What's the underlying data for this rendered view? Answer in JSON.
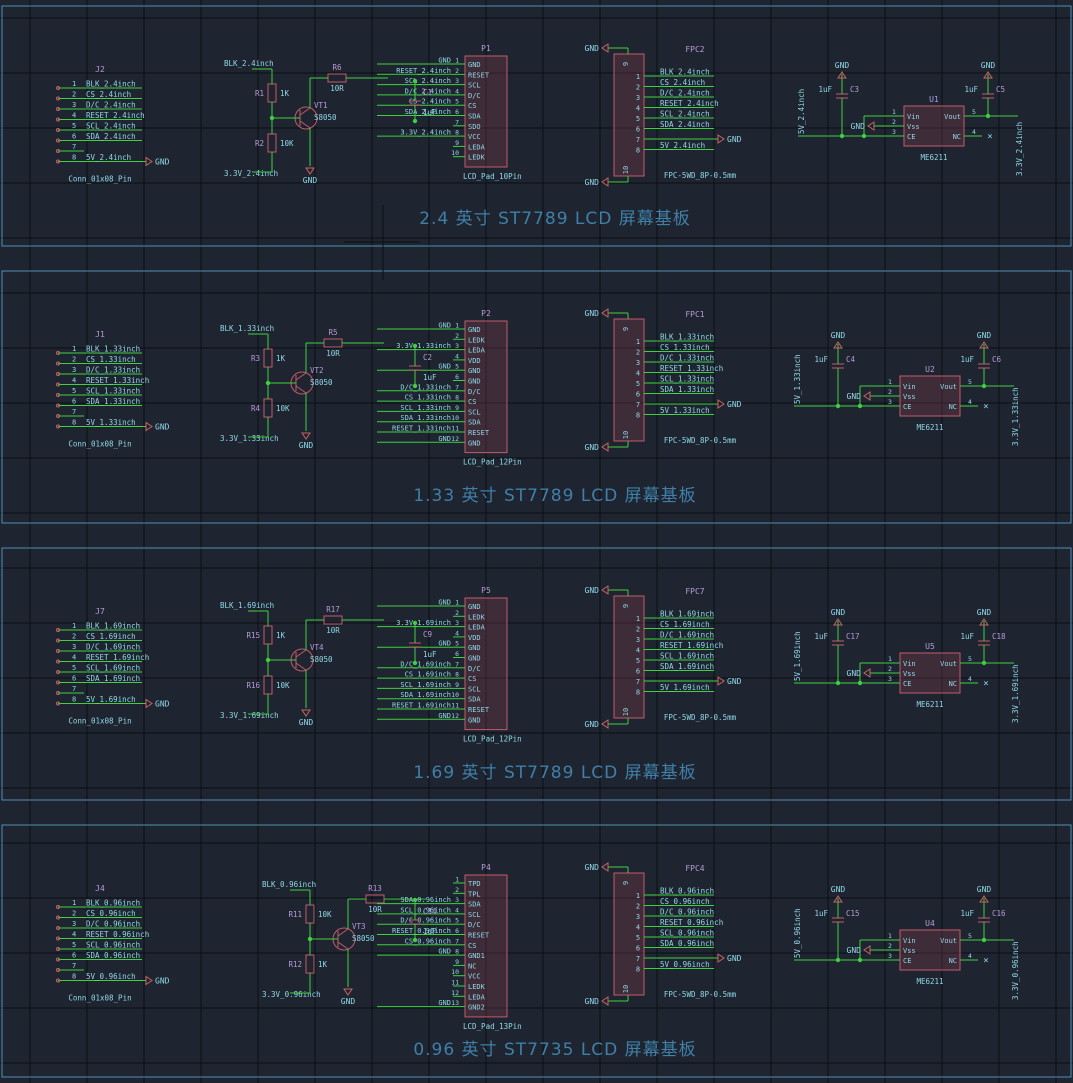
{
  "colors": {
    "background": "#1f2530",
    "grid": "#0b0d12",
    "frame": "#4f8fb5",
    "wire": "#3fcf3f",
    "component_body": "#7a3a4a",
    "component_outline": "#c05a6a",
    "pin_label": "#8fd8e8",
    "ref_label": "#b89ad8",
    "power": "#c86464",
    "title": "#3f7fa8"
  },
  "panels": [
    {
      "title": "2.4 英寸 ST7789 LCD 屏幕基板",
      "conn": {
        "ref": "J2",
        "value": "Conn_01x08_Pin",
        "pins": [
          "1",
          "2",
          "3",
          "4",
          "5",
          "6",
          "7",
          "8"
        ],
        "nets": [
          "BLK_2.4inch",
          "CS_2.4inch",
          "D/C_2.4inch",
          "RESET_2.4inch",
          "SCL_2.4inch",
          "SDA_2.4inch",
          "",
          "5V_2.4inch"
        ],
        "gnd": "GND"
      },
      "bl": {
        "blk": "BLK_2.4inch",
        "r1_ref": "R1",
        "r1_val": "1K",
        "r2_ref": "R2",
        "r2_val": "10K",
        "vt_ref": "VT1",
        "vt_val": "S8050",
        "v33": "3.3V_2.4inch",
        "gnd": "GND",
        "r3_ref": "R6",
        "r3_val": "10R"
      },
      "lcd": {
        "ref": "P1",
        "value": "LCD_Pad_10Pin",
        "pins": [
          "1",
          "2",
          "3",
          "4",
          "5",
          "6",
          "7",
          "8",
          "9",
          "10"
        ],
        "names": [
          "GND",
          "RESET",
          "SCL",
          "D/C",
          "CS",
          "SDA",
          "SDO",
          "VCC",
          "LEDA",
          "LEDK"
        ],
        "nets": [
          "GND",
          "RESET_2.4inch",
          "SCL_2.4inch",
          "D/C_2.4inch",
          "CS_2.4inch",
          "SDA_2.4inch",
          "",
          "3.3V_2.4inch",
          "",
          ""
        ],
        "cap_ref": "C1",
        "cap_val": "1uF"
      },
      "fpc": {
        "ref": "FPC2",
        "value": "FPC-5WD_8P-0.5mm",
        "pins": [
          "1",
          "2",
          "3",
          "4",
          "5",
          "6",
          "7",
          "8"
        ],
        "nets": [
          "BLK_2.4inch",
          "CS_2.4inch",
          "D/C_2.4inch",
          "RESET_2.4inch",
          "SCL_2.4inch",
          "SDA_2.4inch",
          "",
          "5V_2.4inch"
        ],
        "top": "9",
        "bottom": "10",
        "gnd": "GND"
      },
      "ldo": {
        "ref": "U1",
        "value": "ME6211",
        "pins": [
          "1",
          "2",
          "3",
          "4",
          "5"
        ],
        "names": [
          "Vin",
          "Vss",
          "CE",
          "NC",
          "Vout"
        ],
        "c_in_ref": "C3",
        "c_out_ref": "C5",
        "c_val": "1uF",
        "vin_net": "5V_2.4inch",
        "vout_net": "3.3V_2.4inch",
        "gnd": "GND"
      }
    },
    {
      "title": "1.33 英寸 ST7789 LCD 屏幕基板",
      "conn": {
        "ref": "J1",
        "value": "Conn_01x08_Pin",
        "pins": [
          "1",
          "2",
          "3",
          "4",
          "5",
          "6",
          "7",
          "8"
        ],
        "nets": [
          "BLK_1.33inch",
          "CS_1.33inch",
          "D/C_1.33inch",
          "RESET_1.33inch",
          "SCL_1.33inch",
          "SDA_1.33inch",
          "",
          "5V_1.33inch"
        ],
        "gnd": "GND"
      },
      "bl": {
        "blk": "BLK_1.33inch",
        "r1_ref": "R3",
        "r1_val": "1K",
        "r2_ref": "R4",
        "r2_val": "10K",
        "vt_ref": "VT2",
        "vt_val": "S8050",
        "v33": "3.3V_1.33inch",
        "gnd": "GND",
        "r3_ref": "R5",
        "r3_val": "10R"
      },
      "lcd": {
        "ref": "P2",
        "value": "LCD_Pad_12Pin",
        "pins": [
          "1",
          "2",
          "3",
          "4",
          "5",
          "6",
          "7",
          "8",
          "9",
          "10",
          "11",
          "12"
        ],
        "names": [
          "GND",
          "LEDK",
          "LEDA",
          "VDD",
          "GND",
          "GND",
          "D/C",
          "CS",
          "SCL",
          "SDA",
          "RESET",
          "GND"
        ],
        "nets": [
          "GND",
          "",
          "3.3V_1.33inch",
          "",
          "GND",
          "",
          "D/C_1.33inch",
          "CS_1.33inch",
          "SCL_1.33inch",
          "SDA_1.33inch",
          "RESET_1.33inch",
          "GND"
        ],
        "cap_ref": "C2",
        "cap_val": "1uF"
      },
      "fpc": {
        "ref": "FPC1",
        "value": "FPC-5WD_8P-0.5mm",
        "pins": [
          "1",
          "2",
          "3",
          "4",
          "5",
          "6",
          "7",
          "8"
        ],
        "nets": [
          "BLK_1.33inch",
          "CS_1.33inch",
          "D/C_1.33inch",
          "RESET_1.33inch",
          "SCL_1.33inch",
          "SDA_1.33inch",
          "",
          "5V_1.33inch"
        ],
        "top": "9",
        "bottom": "10",
        "gnd": "GND"
      },
      "ldo": {
        "ref": "U2",
        "value": "ME6211",
        "pins": [
          "1",
          "2",
          "3",
          "4",
          "5"
        ],
        "names": [
          "Vin",
          "Vss",
          "CE",
          "NC",
          "Vout"
        ],
        "c_in_ref": "C4",
        "c_out_ref": "C6",
        "c_val": "1uF",
        "vin_net": "5V_1.33inch",
        "vout_net": "3.3V_1.33inch",
        "gnd": "GND"
      }
    },
    {
      "title": "1.69 英寸 ST7789 LCD 屏幕基板",
      "conn": {
        "ref": "J7",
        "value": "Conn_01x08_Pin",
        "pins": [
          "1",
          "2",
          "3",
          "4",
          "5",
          "6",
          "7",
          "8"
        ],
        "nets": [
          "BLK_1.69inch",
          "CS_1.69inch",
          "D/C_1.69inch",
          "RESET_1.69inch",
          "SCL_1.69inch",
          "SDA_1.69inch",
          "",
          "5V_1.69inch"
        ],
        "gnd": "GND"
      },
      "bl": {
        "blk": "BLK_1.69inch",
        "r1_ref": "R15",
        "r1_val": "1K",
        "r2_ref": "R16",
        "r2_val": "10K",
        "vt_ref": "VT4",
        "vt_val": "S8050",
        "v33": "3.3V_1.69inch",
        "gnd": "GND",
        "r3_ref": "R17",
        "r3_val": "10R"
      },
      "lcd": {
        "ref": "P5",
        "value": "LCD_Pad_12Pin",
        "pins": [
          "1",
          "2",
          "3",
          "4",
          "5",
          "6",
          "7",
          "8",
          "9",
          "10",
          "11",
          "12"
        ],
        "names": [
          "GND",
          "LEDK",
          "LEDA",
          "VDD",
          "GND",
          "GND",
          "D/C",
          "CS",
          "SCL",
          "SDA",
          "RESET",
          "GND"
        ],
        "nets": [
          "GND",
          "",
          "3.3V_1.69inch",
          "",
          "GND",
          "",
          "D/C_1.69inch",
          "CS_1.69inch",
          "SCL_1.69inch",
          "SDA_1.69inch",
          "RESET_1.69inch",
          "GND"
        ],
        "cap_ref": "C9",
        "cap_val": "1uF"
      },
      "fpc": {
        "ref": "FPC7",
        "value": "FPC-5WD_8P-0.5mm",
        "pins": [
          "1",
          "2",
          "3",
          "4",
          "5",
          "6",
          "7",
          "8"
        ],
        "nets": [
          "BLK_1.69inch",
          "CS_1.69inch",
          "D/C_1.69inch",
          "RESET_1.69inch",
          "SCL_1.69inch",
          "SDA_1.69inch",
          "",
          "5V_1.69inch"
        ],
        "top": "9",
        "bottom": "10",
        "gnd": "GND"
      },
      "ldo": {
        "ref": "U5",
        "value": "ME6211",
        "pins": [
          "1",
          "2",
          "3",
          "4",
          "5"
        ],
        "names": [
          "Vin",
          "Vss",
          "CE",
          "NC",
          "Vout"
        ],
        "c_in_ref": "C17",
        "c_out_ref": "C18",
        "c_val": "1uF",
        "vin_net": "5V_1.69inch",
        "vout_net": "3.3V_1.69inch",
        "gnd": "GND"
      }
    },
    {
      "title": "0.96 英寸 ST7735 LCD 屏幕基板",
      "conn": {
        "ref": "J4",
        "value": "Conn_01x08_Pin",
        "pins": [
          "1",
          "2",
          "3",
          "4",
          "5",
          "6",
          "7",
          "8"
        ],
        "nets": [
          "BLK_0.96inch",
          "CS_0.96inch",
          "D/C_0.96inch",
          "RESET_0.96inch",
          "SCL_0.96inch",
          "SDA_0.96inch",
          "",
          "5V_0.96inch"
        ],
        "gnd": "GND"
      },
      "bl": {
        "blk": "BLK_0.96inch",
        "r1_ref": "R11",
        "r1_val": "10K",
        "r2_ref": "R12",
        "r2_val": "1K",
        "vt_ref": "VT3",
        "vt_val": "S8050",
        "v33": "3.3V_0.96inch",
        "gnd": "GND",
        "r3_ref": "R13",
        "r3_val": "10R"
      },
      "lcd": {
        "ref": "P4",
        "value": "LCD_Pad_13Pin",
        "pins": [
          "1",
          "2",
          "3",
          "4",
          "5",
          "6",
          "7",
          "8",
          "9",
          "10",
          "11",
          "12",
          "13"
        ],
        "names": [
          "TPD",
          "TPL",
          "SDA",
          "SCL",
          "D/C",
          "RESET",
          "CS",
          "GND1",
          "NC",
          "VCC",
          "LEDK",
          "LEDA",
          "GND2"
        ],
        "nets": [
          "",
          "",
          "SDA_0.96inch",
          "SCL_0.96inch",
          "D/C_0.96inch",
          "RESET_0.96inch",
          "CS_0.96inch",
          "GND",
          "",
          "",
          "",
          "",
          "GND"
        ],
        "cap_ref": "C14",
        "cap_val": "1uF"
      },
      "fpc": {
        "ref": "FPC4",
        "value": "FPC-5WD_8P-0.5mm",
        "pins": [
          "1",
          "2",
          "3",
          "4",
          "5",
          "6",
          "7",
          "8"
        ],
        "nets": [
          "BLK_0.96inch",
          "CS_0.96inch",
          "D/C_0.96inch",
          "RESET_0.96inch",
          "SCL_0.96inch",
          "SDA_0.96inch",
          "",
          "5V_0.96inch"
        ],
        "top": "9",
        "bottom": "10",
        "gnd": "GND"
      },
      "ldo": {
        "ref": "U4",
        "value": "ME6211",
        "pins": [
          "1",
          "2",
          "3",
          "4",
          "5"
        ],
        "names": [
          "Vin",
          "Vss",
          "CE",
          "NC",
          "Vout"
        ],
        "c_in_ref": "C15",
        "c_out_ref": "C16",
        "c_val": "1uF",
        "vin_net": "5V_0.96inch",
        "vout_net": "3.3V_0.96inch",
        "gnd": "GND"
      }
    }
  ]
}
